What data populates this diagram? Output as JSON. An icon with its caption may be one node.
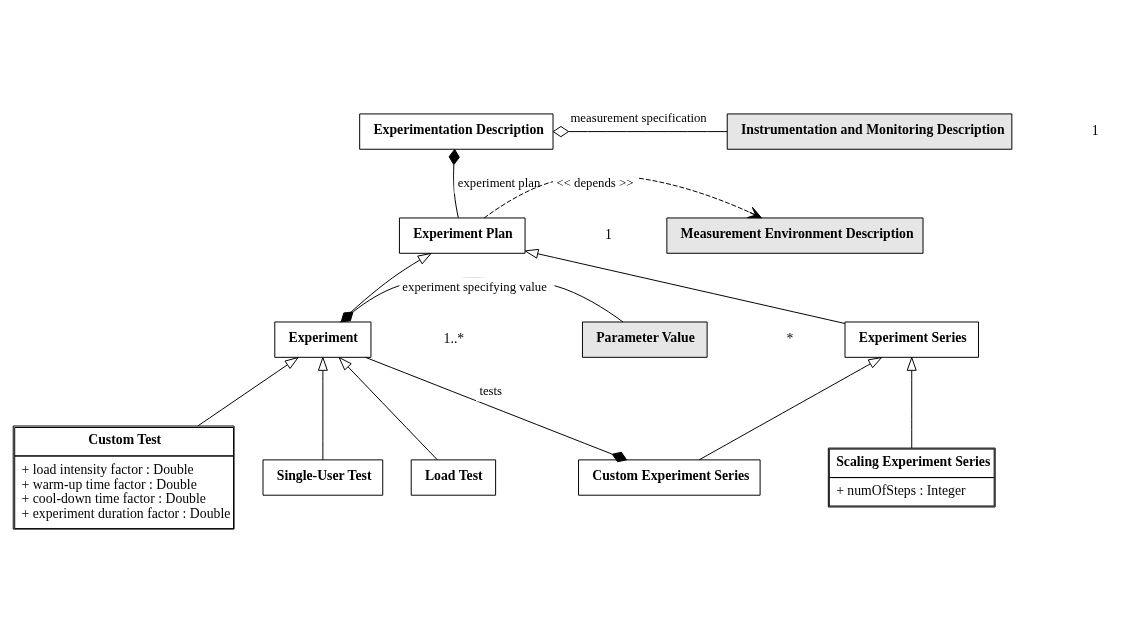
{
  "diagram": {
    "nodes": [
      {
        "text": [
          "Instrumentation and Monitoring Description"
        ]
      },
      {
        "text": [
          "Experimentation Description"
        ]
      },
      {
        "text": [
          "Measurement Environment Description"
        ]
      },
      {
        "text": [
          "Experiment Plan"
        ]
      },
      {
        "text": [
          "Parameter Value"
        ]
      },
      {
        "text": [
          "Experiment"
        ]
      },
      {
        "text": [
          "Experiment Series"
        ]
      },
      {
        "text": [
          "Custom Test",
          "+ load intensity factor : Double",
          "+ warm-up time factor : Double",
          "+ cool-down time factor : Double",
          "+ experiment duration factor : Double"
        ]
      },
      {
        "text": [
          "Single-User Test"
        ]
      },
      {
        "text": [
          "Load Test"
        ]
      },
      {
        "text": [
          "Custom Experiment Series"
        ]
      },
      {
        "text": [
          "Scaling Experiment Series",
          "+ numOfSteps : Integer"
        ]
      }
    ],
    "edges": [
      {
        "from": 1,
        "to": 0,
        "arrow": "other",
        "label": "measurement specification"
      },
      {
        "from": 1,
        "to": 3,
        "arrow": "other",
        "label": "experiment plan"
      },
      {
        "from": 3,
        "to": 2,
        "arrow": "to",
        "label": "<< depends >>",
        "style": "dashed"
      },
      {
        "from": 5,
        "to": 3,
        "arrow": "to"
      },
      {
        "from": 6,
        "to": 3,
        "arrow": "to"
      },
      {
        "from": 5,
        "to": 4,
        "arrow": "other",
        "label": "experiment specifying value"
      },
      {
        "from": 10,
        "to": 5,
        "arrow": "other",
        "label": "tests"
      },
      {
        "from": 7,
        "to": 5,
        "arrow": "to"
      },
      {
        "from": 8,
        "to": 5,
        "arrow": "to"
      },
      {
        "from": 9,
        "to": 5,
        "arrow": "to"
      },
      {
        "from": 10,
        "to": 6,
        "arrow": "to"
      },
      {
        "from": 11,
        "to": 6,
        "arrow": "to"
      }
    ],
    "labels": [
      "1",
      "1",
      "*",
      "1..*"
    ]
  }
}
